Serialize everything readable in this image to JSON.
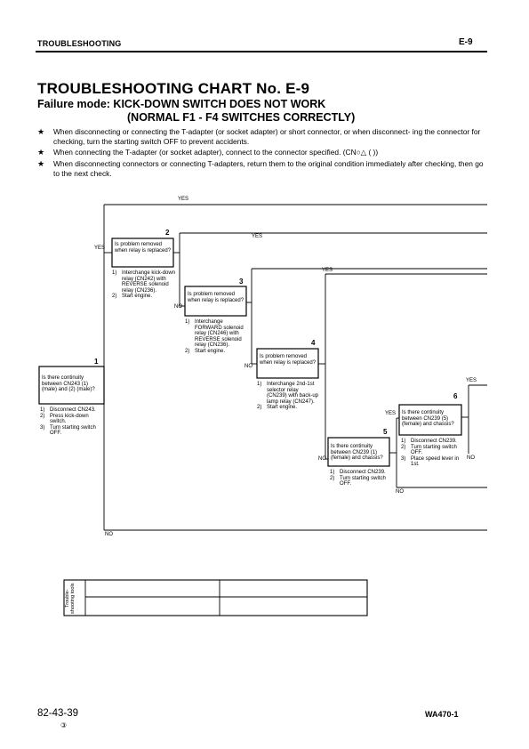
{
  "header": {
    "section": "TROUBLESHOOTING",
    "page_code": "E-9"
  },
  "title": "TROUBLESHOOTING CHART No. E-9",
  "failure_mode": {
    "line1": "Failure mode: KICK-DOWN SWITCH DOES NOT WORK",
    "line2": "(NORMAL F1 - F4 SWITCHES CORRECTLY)"
  },
  "notes": {
    "bullet": "★",
    "items": [
      "When disconnecting or connecting the T-adapter (or socket adapter) or short connector, or when disconnect- ing the connector for checking, turn the starting switch OFF to prevent accidents.",
      "When connecting the T-adapter (or socket adapter), connect to the connector specified. (CN○△ ( ))",
      "When disconnecting connectors or connecting T-adapters, return them to the original condition immediately after checking, then go to the next check."
    ]
  },
  "chart": {
    "yes": "YES",
    "no": "NO",
    "nodes": [
      {
        "num": "1",
        "question": "Is there continuity between CN243 (1) (male) and (2) (male)?",
        "steps": [
          "Disconnect CN243.",
          "Press kick-down switch.",
          "Turn starting switch OFF."
        ]
      },
      {
        "num": "2",
        "question": "Is problem removed when relay is replaced?",
        "steps": [
          "Interchange kick-down relay (CN242) with REVERSE solenoid relay (CN236).",
          "Start engine."
        ]
      },
      {
        "num": "3",
        "question": "Is problem removed when relay is replaced?",
        "steps": [
          "Interchange FORWARD solenoid relay (CN246) with REVERSE solenoid relay (CN236).",
          "Start engine."
        ]
      },
      {
        "num": "4",
        "question": "Is problem removed when relay is replaced?",
        "steps": [
          "Interchange 2nd-1st selector relay (CN239) with back-up lamp relay (CN247).",
          "Start engine."
        ]
      },
      {
        "num": "5",
        "question": "Is there continuity between CN239 (1) (female) and chassis?",
        "steps": [
          "Disconnect CN239.",
          "Turn starting switch OFF."
        ]
      },
      {
        "num": "6",
        "question": "Is there continuity between CN239 (5) (female) and chassis?",
        "steps": [
          "Disconnect CN239.",
          "Turn starting switch OFF.",
          "Place speed lever in 1st."
        ]
      }
    ]
  },
  "tools_table": {
    "label": "Trouble- shooting tools"
  },
  "footer": {
    "doc_number": "82-43-39",
    "revision": "③",
    "model": "WA470-1"
  }
}
